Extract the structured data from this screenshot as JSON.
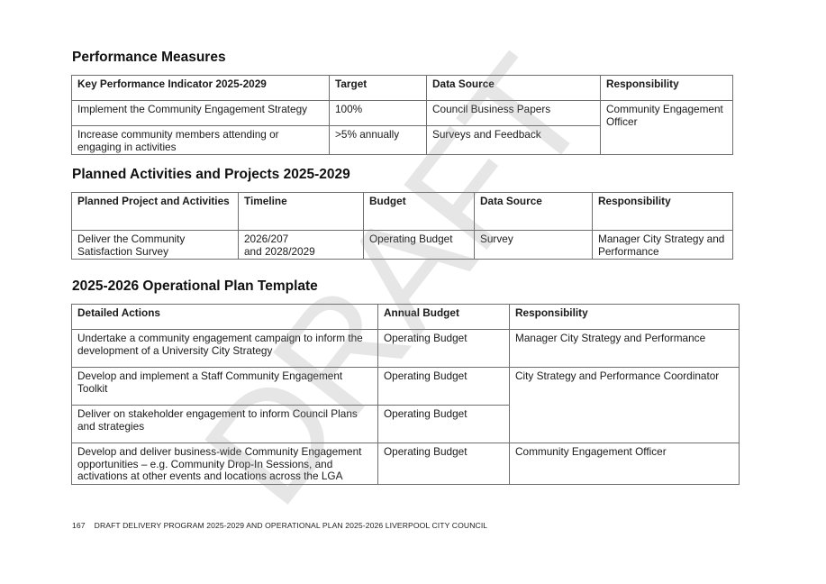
{
  "watermark": "DRAFT",
  "sections": {
    "performance": {
      "title": "Performance Measures",
      "headers": [
        "Key Performance Indicator 2025-2029",
        "Target",
        "Data Source",
        "Responsibility"
      ],
      "rows": [
        [
          "Implement the Community Engagement Strategy",
          "100%",
          "Council Business Papers",
          "Community Engagement Officer"
        ],
        [
          "Increase community members attending or engaging in activities",
          ">5% annually",
          "Surveys and Feedback"
        ]
      ]
    },
    "planned": {
      "title": "Planned Activities and Projects 2025-2029",
      "headers": [
        "Planned Project and Activities",
        "Timeline",
        "Budget",
        "Data Source",
        "Responsibility"
      ],
      "rows": [
        [
          "Deliver the Community Satisfaction Survey",
          "2026/207\nand 2028/2029",
          "Operating Budget",
          "Survey",
          "Manager City Strategy and Performance"
        ]
      ]
    },
    "operational": {
      "title": "2025-2026 Operational Plan Template",
      "headers": [
        "Detailed Actions",
        "Annual Budget",
        "Responsibility"
      ],
      "rows": [
        [
          "Undertake a community engagement campaign to inform the development of a University City Strategy",
          "Operating Budget",
          "Manager City Strategy and Performance"
        ],
        [
          "Develop and implement a Staff Community Engagement Toolkit",
          "Operating Budget",
          "City Strategy and Performance Coordinator"
        ],
        [
          "Deliver on stakeholder engagement to inform Council Plans and strategies",
          "Operating Budget"
        ],
        [
          "Develop and deliver business-wide Community Engagement opportunities – e.g. Community Drop-In Sessions, and activations at other events and locations across the LGA",
          "Operating Budget",
          "Community Engagement Officer"
        ]
      ]
    }
  },
  "footer": {
    "page_number": "167",
    "text": "DRAFT DELIVERY PROGRAM 2025-2029 AND OPERATIONAL PLAN 2025-2026 LIVERPOOL CITY COUNCIL"
  }
}
